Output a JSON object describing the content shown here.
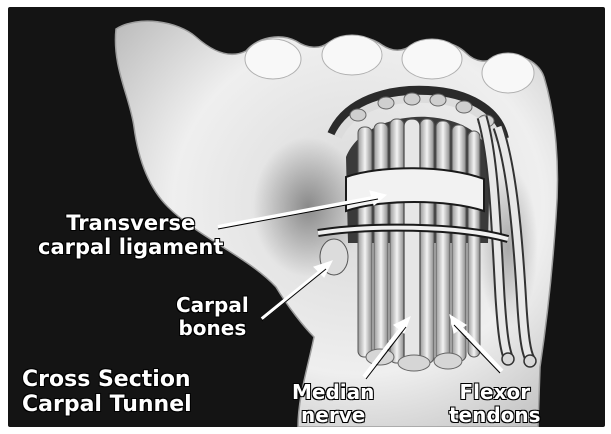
{
  "labels": {
    "ligament_line1": "Transverse",
    "ligament_line2": "carpal ligament",
    "bones_line1": "Carpal",
    "bones_line2": "bones",
    "title_line1": "Cross Section",
    "title_line2": "Carpal Tunnel",
    "median_line1": "Median",
    "median_line2": "nerve",
    "flexor_line1": "Flexor",
    "flexor_line2": "tendons"
  },
  "colors": {
    "background": "#141414",
    "hand": "#e9e9e9",
    "label_text": "#ffffff"
  }
}
